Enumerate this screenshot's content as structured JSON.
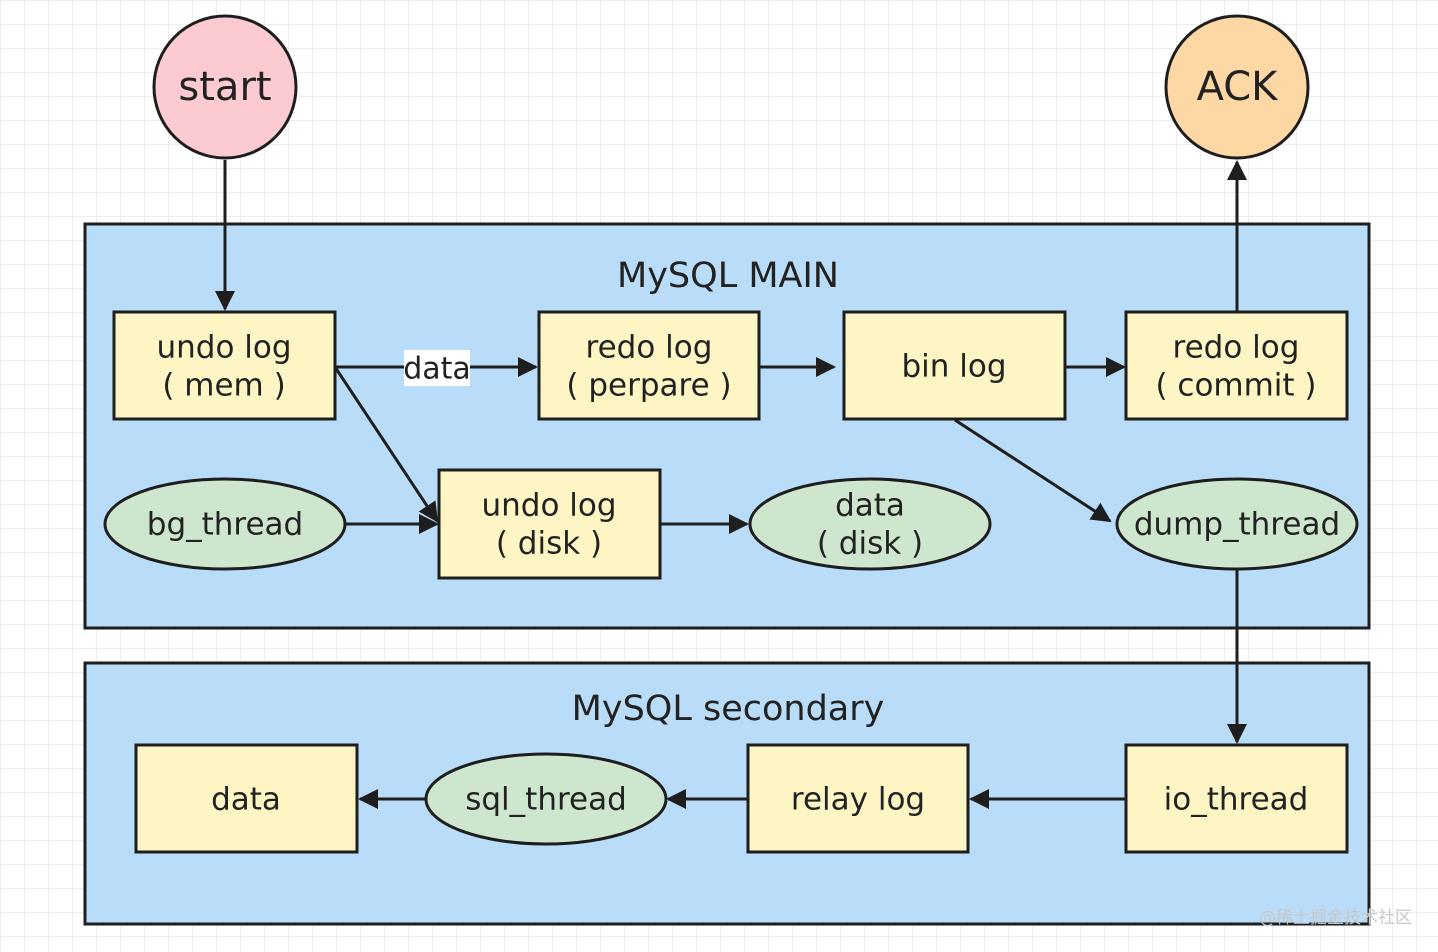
{
  "colors": {
    "container": "#b9dcf8",
    "process": "#fdf6c4",
    "thread": "#cde6cd",
    "start": "#fccbd2",
    "ack": "#fdd8a4",
    "stroke": "#1e1e1e"
  },
  "nodes": {
    "start": "start",
    "ack": "ACK",
    "main_title": "MySQL MAIN",
    "secondary_title": "MySQL secondary",
    "undo_mem": [
      "undo log",
      "( mem )"
    ],
    "redo_prepare": [
      "redo log",
      "( perpare )"
    ],
    "bin_log": "bin log",
    "redo_commit": [
      "redo log",
      "( commit )"
    ],
    "bg_thread": "bg_thread",
    "undo_disk": [
      "undo log",
      "( disk )"
    ],
    "data_disk": [
      "data",
      "( disk )"
    ],
    "dump_thread": "dump_thread",
    "data": "data",
    "sql_thread": "sql_thread",
    "relay_log": "relay log",
    "io_thread": "io_thread"
  },
  "edge_labels": {
    "undo_to_redo": "data"
  },
  "watermark": "@稀土掘金技术社区"
}
